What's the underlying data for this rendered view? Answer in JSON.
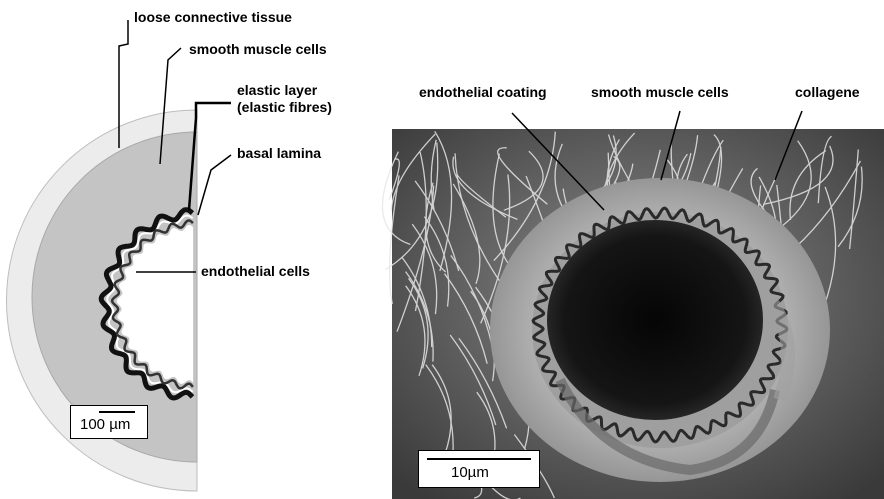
{
  "left_diagram": {
    "labels": {
      "loose_connective_tissue": "loose connective tissue",
      "smooth_muscle_cells": "smooth muscle cells",
      "elastic_layer_line1": "elastic layer",
      "elastic_layer_line2": "(elastic fibres)",
      "basal_lamina": "basal lamina",
      "endothelial_cells": "endothelial cells"
    },
    "scale_bar": "100 µm",
    "colors": {
      "outer_layer": "#ececec",
      "muscle_layer": "#c4c4c4",
      "elastic_layer": "#111111"
    }
  },
  "right_micrograph": {
    "labels": {
      "endothelial_coating": "endothelial coating",
      "smooth_muscle_cells": "smooth muscle cells",
      "collagene": "collagene"
    },
    "scale_bar": "10µm"
  }
}
